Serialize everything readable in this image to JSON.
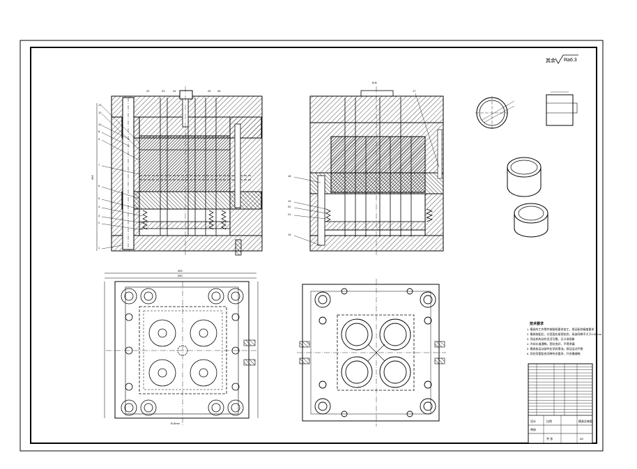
{
  "drawing": {
    "roughness_mark": "其余",
    "roughness_value": "Ra6.3",
    "section_label": "B-B",
    "top_dims": [
      "400",
      "350"
    ],
    "side_dim": "396",
    "bottom_dim": "B-5mm",
    "left_callouts": [
      "13",
      "12",
      "10",
      "9",
      "8",
      "7",
      "6",
      "5",
      "4",
      "3",
      "2",
      "1"
    ],
    "top_callouts": [
      "22",
      "23",
      "24",
      "25",
      "26"
    ],
    "right_callouts": [
      "18",
      "19",
      "20",
      "21",
      "14",
      "17"
    ]
  },
  "notes": {
    "title": "技术要求",
    "lines": [
      "1. 模具的工作零件按图纸要求加工，保证配合精度要求",
      "2. 模具装配后，分型面应紧密贴合，局部间隙不大于0.05mm",
      "3. 顶出机构动作灵活可靠，无卡滞现象",
      "4. 冷却水道通畅，密封良好，不得渗漏",
      "5. 模具各运动部件应涂润滑油，保证运动平稳",
      "6. 导柱导套配合间隙符合要求，开合模顺畅"
    ]
  },
  "title_block": {
    "rows": 17,
    "design_label": "设计",
    "check_label": "审核",
    "scale_label": "比例",
    "sheet_label": "共 张",
    "name": "模具总装图",
    "number": "A0"
  }
}
